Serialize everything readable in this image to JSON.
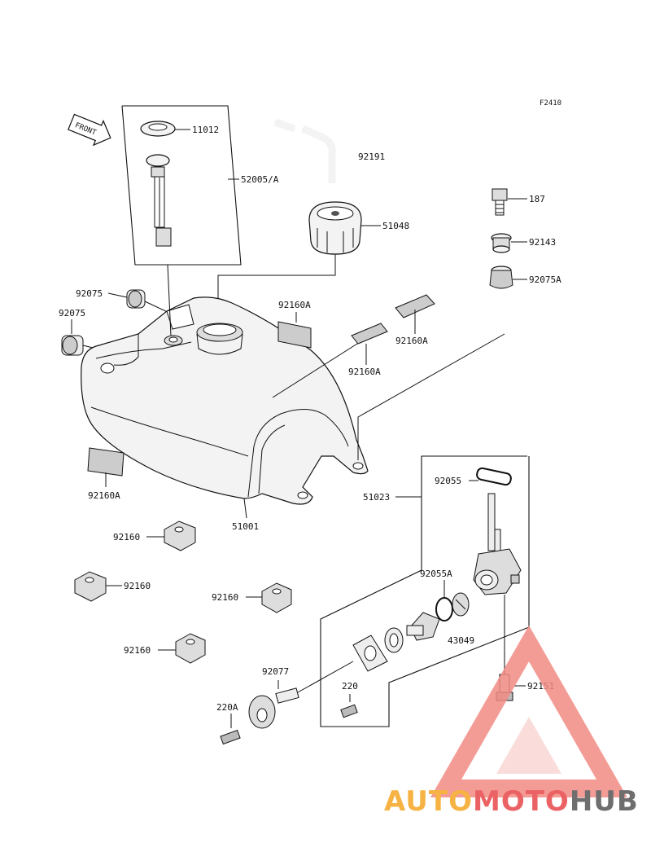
{
  "diagram": {
    "figure_code": "F2410",
    "front_label": "FRONT",
    "labels": {
      "p11012": "11012",
      "p52005A": "52005/A",
      "p92191": "92191",
      "p51048": "51048",
      "p187": "187",
      "p92143": "92143",
      "p92075A": "92075A",
      "p92075_1": "92075",
      "p92075_2": "92075",
      "p92160A_1": "92160A",
      "p92160A_2": "92160A",
      "p92160A_3": "92160A",
      "p92160A_4": "92160A",
      "p51001": "51001",
      "p51023": "51023",
      "p92055": "92055",
      "p92055A": "92055A",
      "p43049": "43049",
      "p92151": "92151",
      "p92077": "92077",
      "p220": "220",
      "p220A": "220A",
      "p92160_1": "92160",
      "p92160_2": "92160",
      "p92160_3": "92160",
      "p92160_4": "92160"
    }
  },
  "watermark": {
    "part1": "AUTO",
    "part2": "MOTO",
    "part3": "HUB",
    "colors": {
      "orange": "#f5a623",
      "red": "#e8474a",
      "gray": "#555555",
      "triangle": "#f28b84"
    }
  }
}
